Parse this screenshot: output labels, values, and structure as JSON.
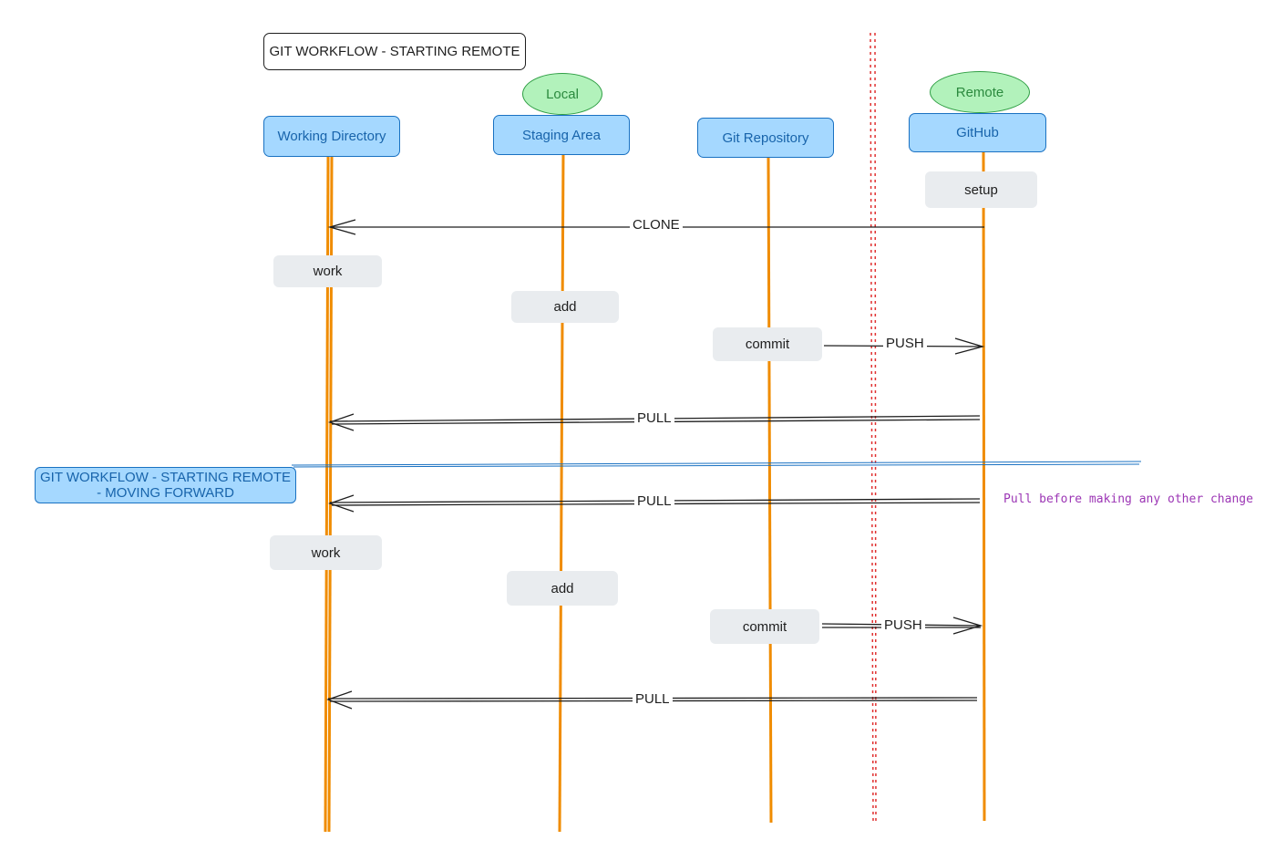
{
  "title": "GIT WORKFLOW - STARTING REMOTE",
  "section_title": "GIT WORKFLOW - STARTING REMOTE - MOVING FORWARD",
  "groups": {
    "local": "Local",
    "remote": "Remote"
  },
  "lanes": {
    "working_directory": "Working Directory",
    "staging_area": "Staging Area",
    "git_repository": "Git Repository",
    "github": "GitHub"
  },
  "actions": {
    "setup": "setup",
    "work_1": "work",
    "add_1": "add",
    "commit_1": "commit",
    "work_2": "work",
    "add_2": "add",
    "commit_2": "commit"
  },
  "arrows": {
    "clone": "CLONE",
    "push_1": "PUSH",
    "pull_1": "PULL",
    "pull_2": "PULL",
    "push_2": "PUSH",
    "pull_3": "PULL"
  },
  "note": "Pull before making any other change",
  "colors": {
    "lifeline": "#f08c00",
    "lane_fill": "#a5d8ff",
    "lane_stroke": "#1971c2",
    "group_fill": "#b2f2bb",
    "group_stroke": "#2f9e44",
    "action_fill": "#e9ecef",
    "boundary": "#e03131",
    "note": "#9c36b5"
  }
}
